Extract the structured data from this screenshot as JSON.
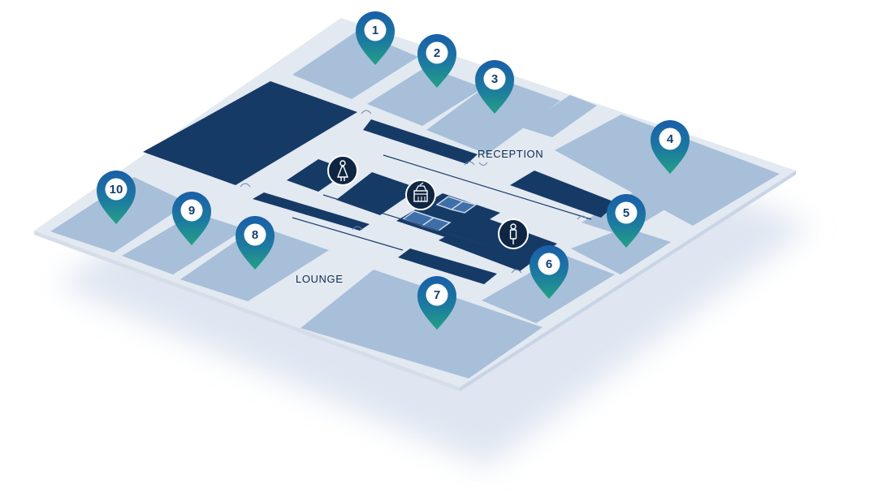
{
  "map": {
    "labels": {
      "reception": "RECEPTION",
      "lounge": "LOUNGE"
    },
    "pins": [
      {
        "number": "1"
      },
      {
        "number": "2"
      },
      {
        "number": "3"
      },
      {
        "number": "4"
      },
      {
        "number": "5"
      },
      {
        "number": "6"
      },
      {
        "number": "7"
      },
      {
        "number": "8"
      },
      {
        "number": "9"
      },
      {
        "number": "10"
      }
    ],
    "amenities": [
      {
        "icon": "womens-restroom-icon"
      },
      {
        "icon": "shop-icon"
      },
      {
        "icon": "mens-restroom-icon"
      }
    ],
    "colors": {
      "floor": "#e3e9f1",
      "outer_room": "#a7bfd9",
      "inner_block": "#163a66",
      "pin_gradient_top": "#1a5ea8",
      "pin_gradient_bottom": "#21a08a"
    }
  }
}
